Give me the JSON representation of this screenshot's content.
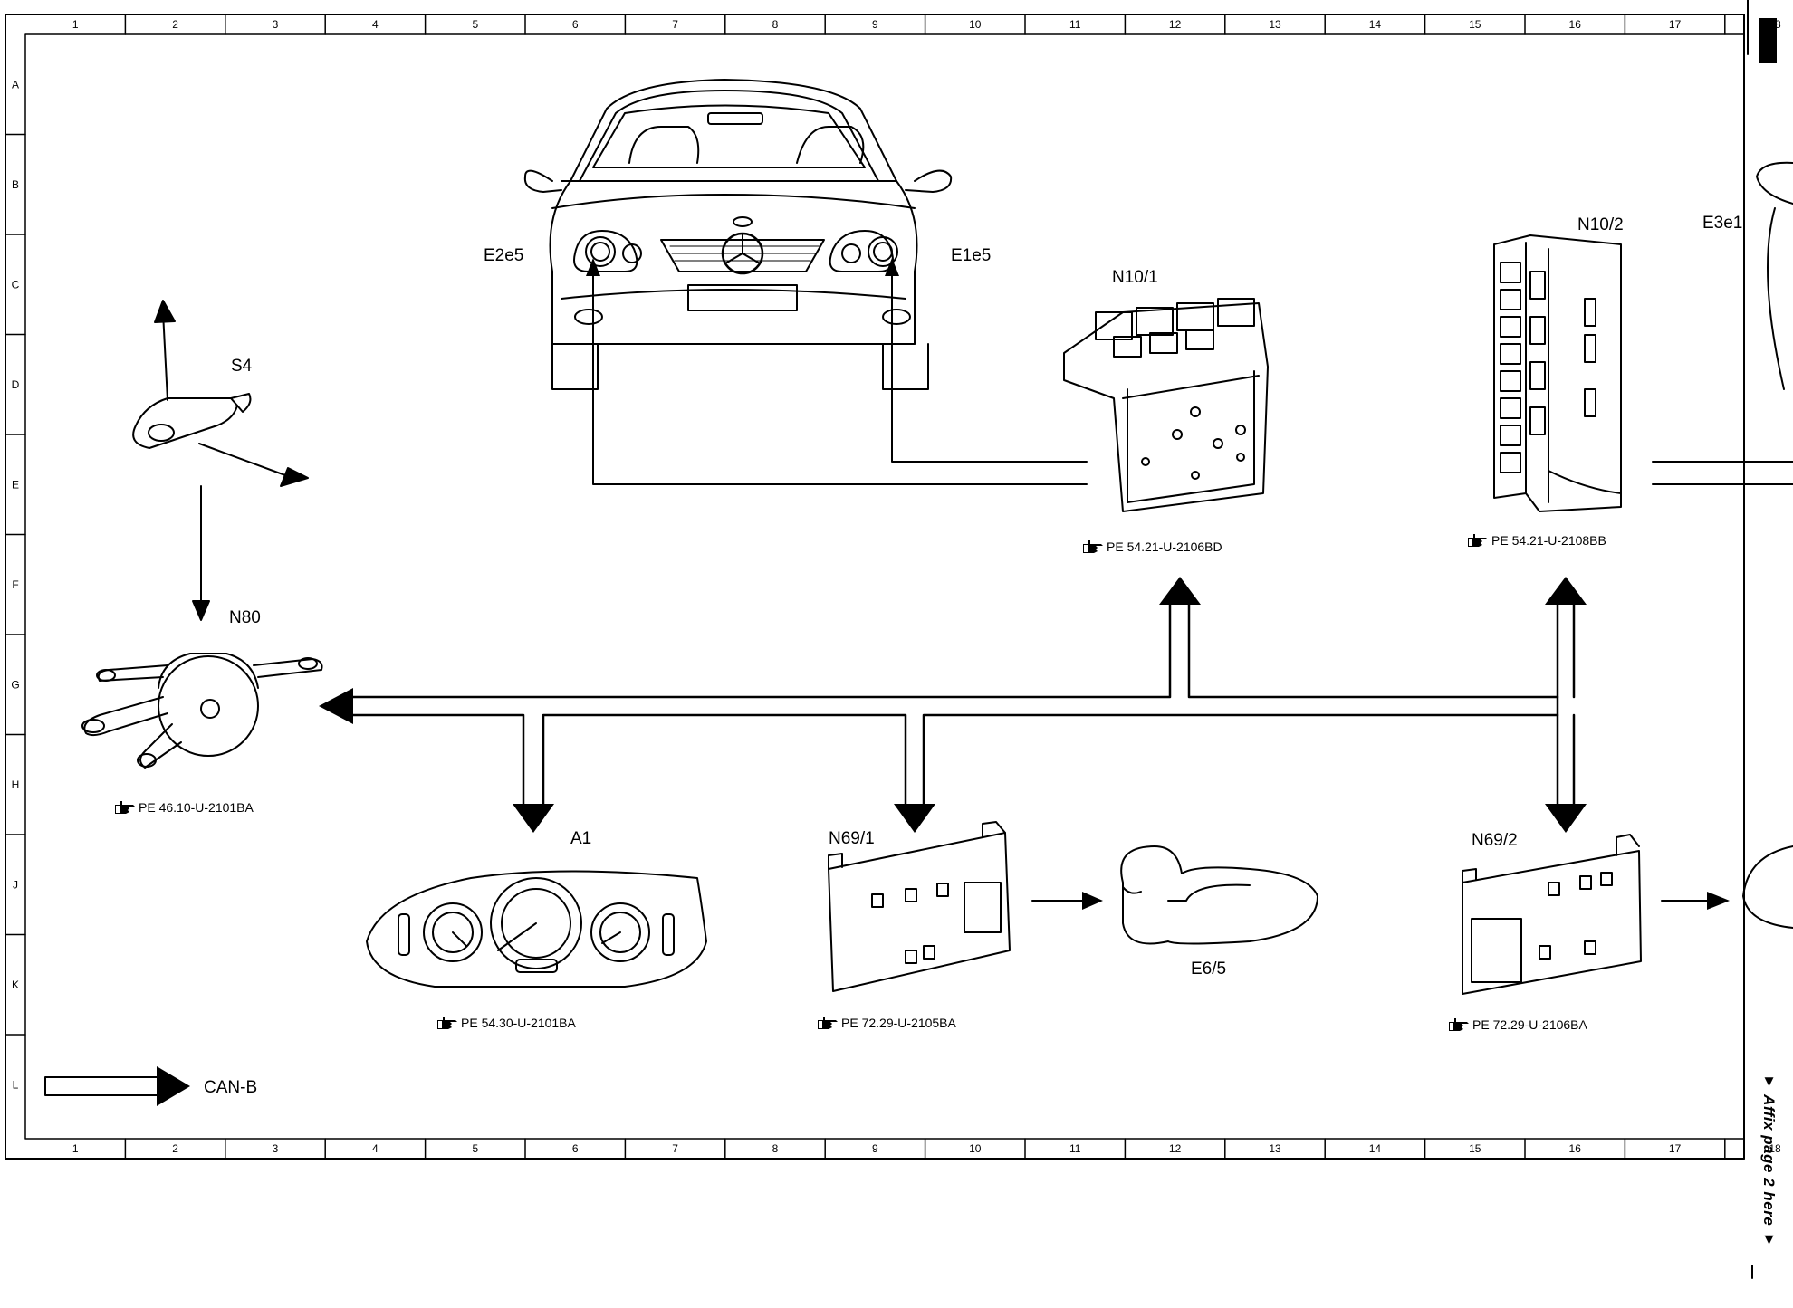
{
  "grid": {
    "columns": [
      "1",
      "2",
      "3",
      "4",
      "5",
      "6",
      "7",
      "8",
      "9",
      "10",
      "11",
      "12",
      "13",
      "14",
      "15",
      "16",
      "17",
      "18"
    ],
    "rows": [
      "A",
      "B",
      "C",
      "D",
      "E",
      "F",
      "G",
      "H",
      "J",
      "K",
      "L"
    ]
  },
  "components": {
    "s4": "S4",
    "n80": "N80",
    "e2e5": "E2e5",
    "e1e5": "E1e5",
    "n10_1": "N10/1",
    "n10_2": "N10/2",
    "e3e1": "E3e1",
    "a1": "A1",
    "n69_1": "N69/1",
    "e6_5": "E6/5",
    "n69_2": "N69/2"
  },
  "references": {
    "n80": "PE 46.10-U-2101BA",
    "n10_1": "PE 54.21-U-2106BD",
    "n10_2": "PE 54.21-U-2108BB",
    "a1": "PE 54.30-U-2101BA",
    "n69_1": "PE 72.29-U-2105BA",
    "n69_2": "PE 72.29-U-2106BA"
  },
  "legend": {
    "can_b": "CAN-B"
  },
  "affix_note": "▼ Affix page 2 here ▼",
  "icons": {
    "reference": "pointing-hand-icon"
  }
}
